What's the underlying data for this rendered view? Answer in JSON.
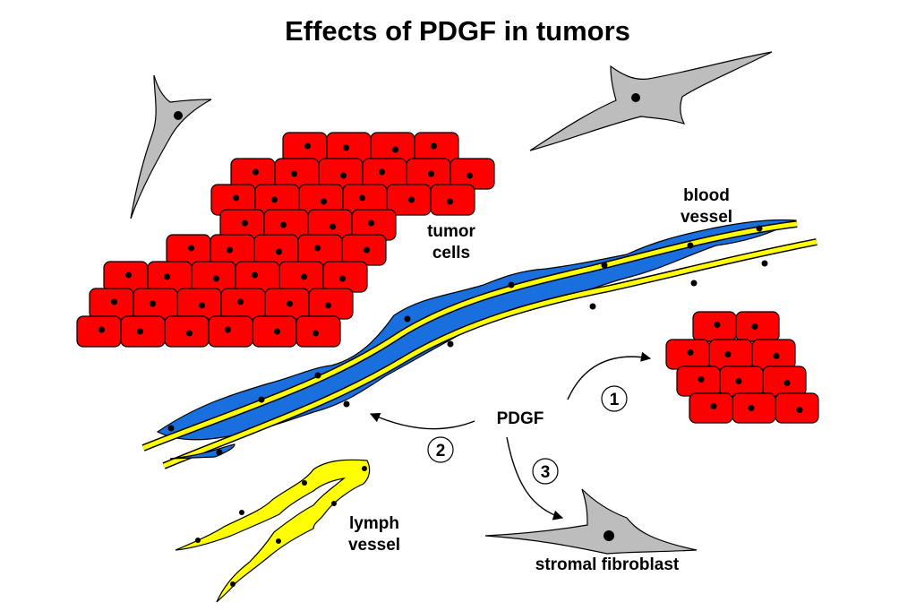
{
  "diagram": {
    "title": "Effects of PDGF in tumors",
    "labels": {
      "tumor_cells": [
        "tumor",
        "cells"
      ],
      "blood_vessel": [
        "blood",
        "vessel"
      ],
      "lymph_vessel": [
        "lymph",
        "vessel"
      ],
      "pdgf": "PDGF",
      "stromal_fibroblast": "stromal fibroblast"
    },
    "steps": [
      "1",
      "2",
      "3"
    ],
    "colors": {
      "tumor_cell": "#ff0000",
      "fibroblast": "#bdbdbd",
      "endothelium": "#1a6fdf",
      "vessel_wall": "#ffff00",
      "lymph": "#ffff00",
      "nucleus": "#000000"
    }
  }
}
